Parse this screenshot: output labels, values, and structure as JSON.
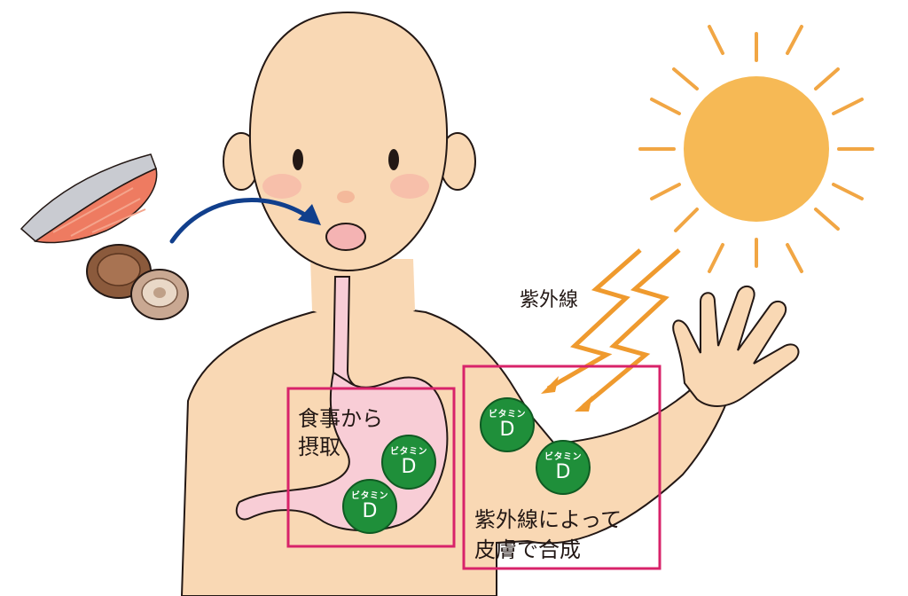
{
  "labels": {
    "uv": "紫外線",
    "dietary_intake_line1": "食事から",
    "dietary_intake_line2": "摂取",
    "skin_synthesis_line1": "紫外線によって",
    "skin_synthesis_line2": "皮膚で合成"
  },
  "vitamin_badges": [
    {
      "kana": "ビタミン",
      "letter": "D"
    },
    {
      "kana": "ビタミン",
      "letter": "D"
    },
    {
      "kana": "ビタミン",
      "letter": "D"
    },
    {
      "kana": "ビタミン",
      "letter": "D"
    }
  ],
  "colors": {
    "skin": "#f9d8b4",
    "outline": "#231815",
    "sun": "#f6b955",
    "sun_rays": "#f1a644",
    "uv_arrow": "#ef9a2e",
    "intake_arrow": "#113f8c",
    "highlight_box": "#d8236a",
    "stomach": "#f8cdd6",
    "vitamin_d": "#1f8f3a"
  }
}
